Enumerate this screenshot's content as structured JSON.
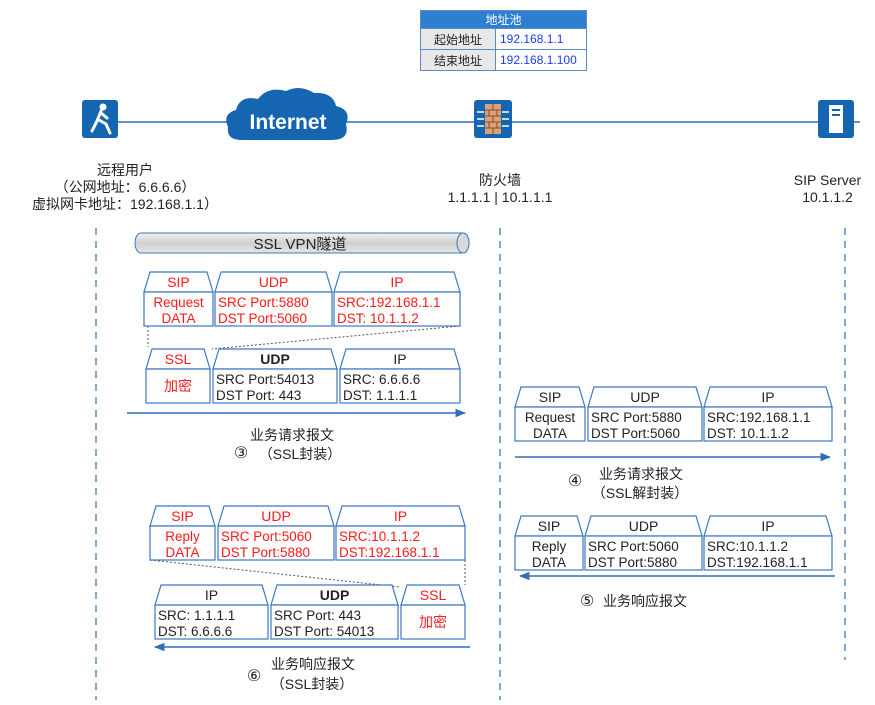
{
  "address_pool": {
    "title": "地址池",
    "rows": [
      {
        "key": "起始地址",
        "value": "192.168.1.1"
      },
      {
        "key": "结束地址",
        "value": "192.168.1.100"
      }
    ]
  },
  "cloud": {
    "label": "Internet"
  },
  "nodes": {
    "remote_user": {
      "name": "远程用户",
      "public": "（公网地址：6.6.6.6）",
      "virtual": "虚拟网卡地址：192.168.1.1）"
    },
    "firewall": {
      "name": "防火墙",
      "addr": "1.1.1.1 | 10.1.1.1"
    },
    "sip_server": {
      "name": "SIP Server",
      "addr": "10.1.1.2"
    }
  },
  "tunnel": {
    "label": "SSL VPN隧道"
  },
  "packets": {
    "req_inner": {
      "sip": {
        "h": "SIP",
        "l1": "Request",
        "l2": "DATA"
      },
      "udp": {
        "h": "UDP",
        "l1": "SRC Port:5880",
        "l2": "DST Port:5060"
      },
      "ip": {
        "h": "IP",
        "l1": "SRC:192.168.1.1",
        "l2": "DST: 10.1.1.2"
      }
    },
    "req_outer": {
      "ssl": {
        "h": "SSL",
        "l1": "加密"
      },
      "udp": {
        "h": "UDP",
        "l1": "SRC Port:54013",
        "l2": "DST Port: 443"
      },
      "ip": {
        "h": "IP",
        "l1": "SRC: 6.6.6.6",
        "l2": "DST:  1.1.1.1"
      }
    },
    "req_decap": {
      "sip": {
        "h": "SIP",
        "l1": "Request",
        "l2": "DATA"
      },
      "udp": {
        "h": "UDP",
        "l1": "SRC Port:5880",
        "l2": "DST Port:5060"
      },
      "ip": {
        "h": "IP",
        "l1": "SRC:192.168.1.1",
        "l2": "DST: 10.1.1.2"
      }
    },
    "resp_server": {
      "sip": {
        "h": "SIP",
        "l1": "Reply",
        "l2": "DATA"
      },
      "udp": {
        "h": "UDP",
        "l1": "SRC Port:5060",
        "l2": "DST Port:5880"
      },
      "ip": {
        "h": "IP",
        "l1": "SRC:10.1.1.2",
        "l2": "DST:192.168.1.1"
      }
    },
    "resp_inner": {
      "sip": {
        "h": "SIP",
        "l1": "Reply",
        "l2": "DATA"
      },
      "udp": {
        "h": "UDP",
        "l1": "SRC Port:5060",
        "l2": "DST Port:5880"
      },
      "ip": {
        "h": "IP",
        "l1": "SRC:10.1.1.2",
        "l2": "DST:192.168.1.1"
      }
    },
    "resp_outer": {
      "ip": {
        "h": "IP",
        "l1": "SRC: 1.1.1.1",
        "l2": "DST:  6.6.6.6"
      },
      "udp": {
        "h": "UDP",
        "l1": "SRC Port:  443",
        "l2": "DST Port: 54013"
      },
      "ssl": {
        "h": "SSL",
        "l1": "加密"
      }
    }
  },
  "steps": {
    "s3": {
      "num": "③",
      "l1": "业务请求报文",
      "l2": "（SSL封装）"
    },
    "s4": {
      "num": "④",
      "l1": "业务请求报文",
      "l2": "（SSL解封装）"
    },
    "s5": {
      "num": "⑤",
      "l1": "业务响应报文"
    },
    "s6": {
      "num": "⑥",
      "l1": "业务响应报文",
      "l2": "（SSL封装）"
    }
  },
  "colors": {
    "accent": "#2f6fb5",
    "red": "#ff1a1a",
    "packet_border": "#3b78c0",
    "icon": "#1565b0"
  }
}
